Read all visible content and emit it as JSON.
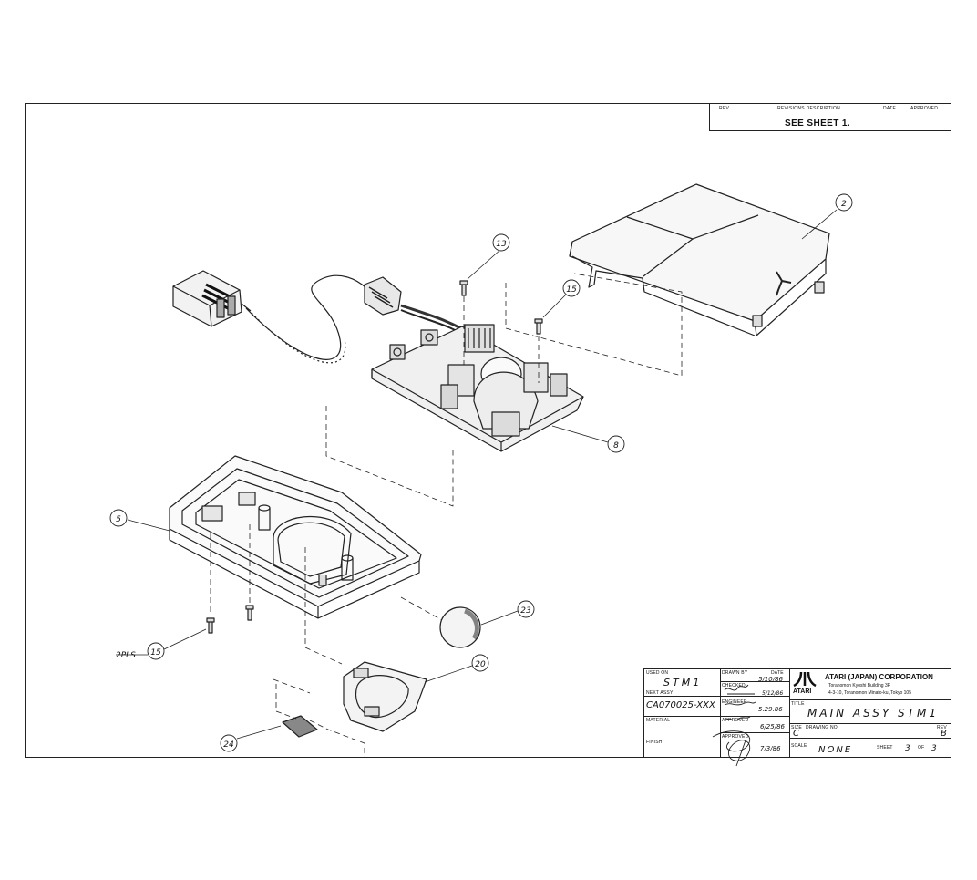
{
  "revision_block": {
    "rev_header": "REV",
    "description_header": "REVISIONS DESCRIPTION",
    "date_header": "DATE",
    "approved_header": "APPROVED",
    "note": "SEE SHEET 1."
  },
  "balloons": {
    "b2": "2",
    "b13": "13",
    "b15_upper": "15",
    "b8": "8",
    "b5": "5",
    "b23": "23",
    "b20": "20",
    "b15_lower": "15",
    "b24": "24",
    "two_places": "2PLS"
  },
  "title_block": {
    "used_on_label": "USED ON",
    "used_on_value": "STM1",
    "next_assy_label": "NEXT ASSY",
    "next_assy_value": "CA070025-XXX",
    "material_label": "MATERIAL",
    "finish_label": "FINISH",
    "drawn_by_label": "DRAWN BY",
    "drawn_by_date": "5/10/86",
    "checked_label": "CHECKED",
    "checked_date": "5/12/86",
    "engineer_label": "ENGINEER",
    "engineer_date": "5.29.86",
    "approved_label": "APPROVED",
    "approved_date": "6/25/86",
    "approved2_label": "APPROVED",
    "approved2_date": "7/3/86",
    "date_label": "DATE",
    "company": "ATARI (JAPAN) CORPORATION",
    "address_line1": "Toranomon Kyoshi Building 3F",
    "address_line2": "4-3-10, Toranomon Minato-ku, Tokyo 105",
    "logo_text": "ATARI",
    "title_label": "TITLE",
    "title_value": "MAIN ASSY STM1",
    "size_label": "SIZE",
    "drawing_no_label": "DRAWING NO.",
    "size_value": "C",
    "rev_label": "REV",
    "rev_value": "B",
    "scale_label": "SCALE",
    "scale_value": "NONE",
    "sheet_label": "SHEET",
    "sheet_value": "3",
    "of_label": "OF",
    "of_value": "3"
  },
  "colors": {
    "ink": "#222222",
    "paper": "#ffffff"
  }
}
